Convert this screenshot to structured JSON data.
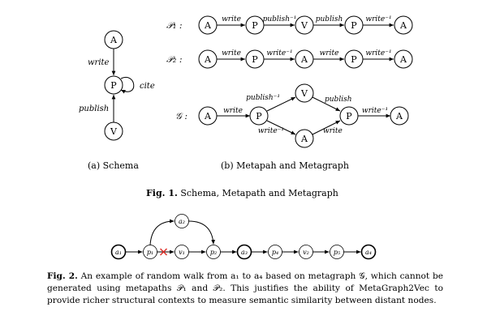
{
  "fig1": {
    "schema_caption": "(a) Schema",
    "meta_caption": "(b) Metapah and Metagraph",
    "caption_label": "Fig. 1.",
    "caption_text": "Schema, Metapath and Metagraph",
    "schema": {
      "nodes": [
        "A",
        "P",
        "V"
      ],
      "edge_labels": [
        "write",
        "cite",
        "publish"
      ]
    },
    "p1": {
      "label": "𝒫₁ :",
      "nodes": [
        "A",
        "P",
        "V",
        "P",
        "A"
      ],
      "edges": [
        "write",
        "publish⁻¹",
        "publish",
        "write⁻¹"
      ]
    },
    "p2": {
      "label": "𝒫₂ :",
      "nodes": [
        "A",
        "P",
        "A",
        "P",
        "A"
      ],
      "edges": [
        "write",
        "write⁻¹",
        "write",
        "write⁻¹"
      ]
    },
    "g": {
      "label": "𝒢 :",
      "nodes": [
        "A",
        "P",
        "V",
        "A",
        "P",
        "A"
      ],
      "edges": [
        "write",
        "publish⁻¹",
        "write⁻¹",
        "publish",
        "write",
        "write⁻¹"
      ]
    }
  },
  "fig2": {
    "nodes": [
      "a₁",
      "p₁",
      "v₁",
      "p₂",
      "a₃",
      "p₄",
      "v₂",
      "p₅",
      "a₄",
      "a₂"
    ],
    "caption_label": "Fig. 2.",
    "caption_text": "An example of random walk from a₁ to a₄ based on metagraph 𝒢, which cannot be generated using metapaths 𝒫₁ and 𝒫₂. This justifies the ability of MetaGraph2Vec to provide richer structural contexts to measure semantic similarity between distant nodes."
  },
  "colors": {
    "cross_mark": "#e0302a"
  }
}
